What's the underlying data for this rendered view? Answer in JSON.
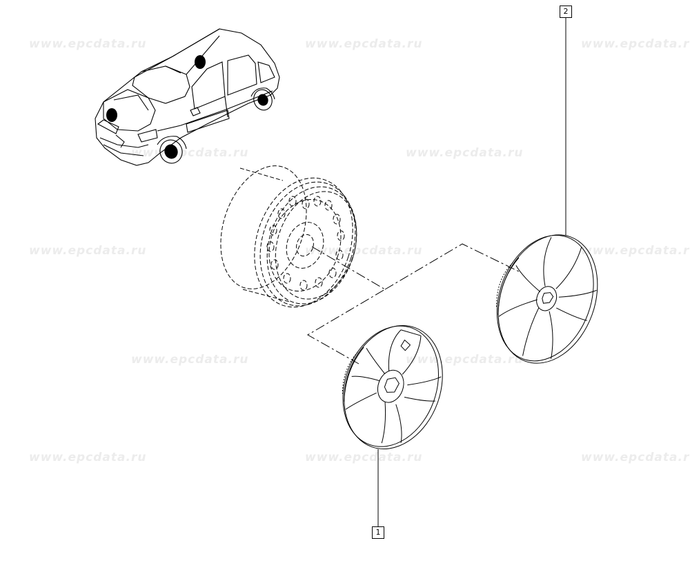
{
  "watermark": {
    "text": "www.epcdata.ru"
  },
  "callouts": [
    {
      "label": "1",
      "part": "front-wheel-cover"
    },
    {
      "label": "2",
      "part": "rear-wheel-cover"
    }
  ],
  "colors": {
    "line": "#000000",
    "watermark": "#ececec",
    "background": "#ffffff"
  }
}
